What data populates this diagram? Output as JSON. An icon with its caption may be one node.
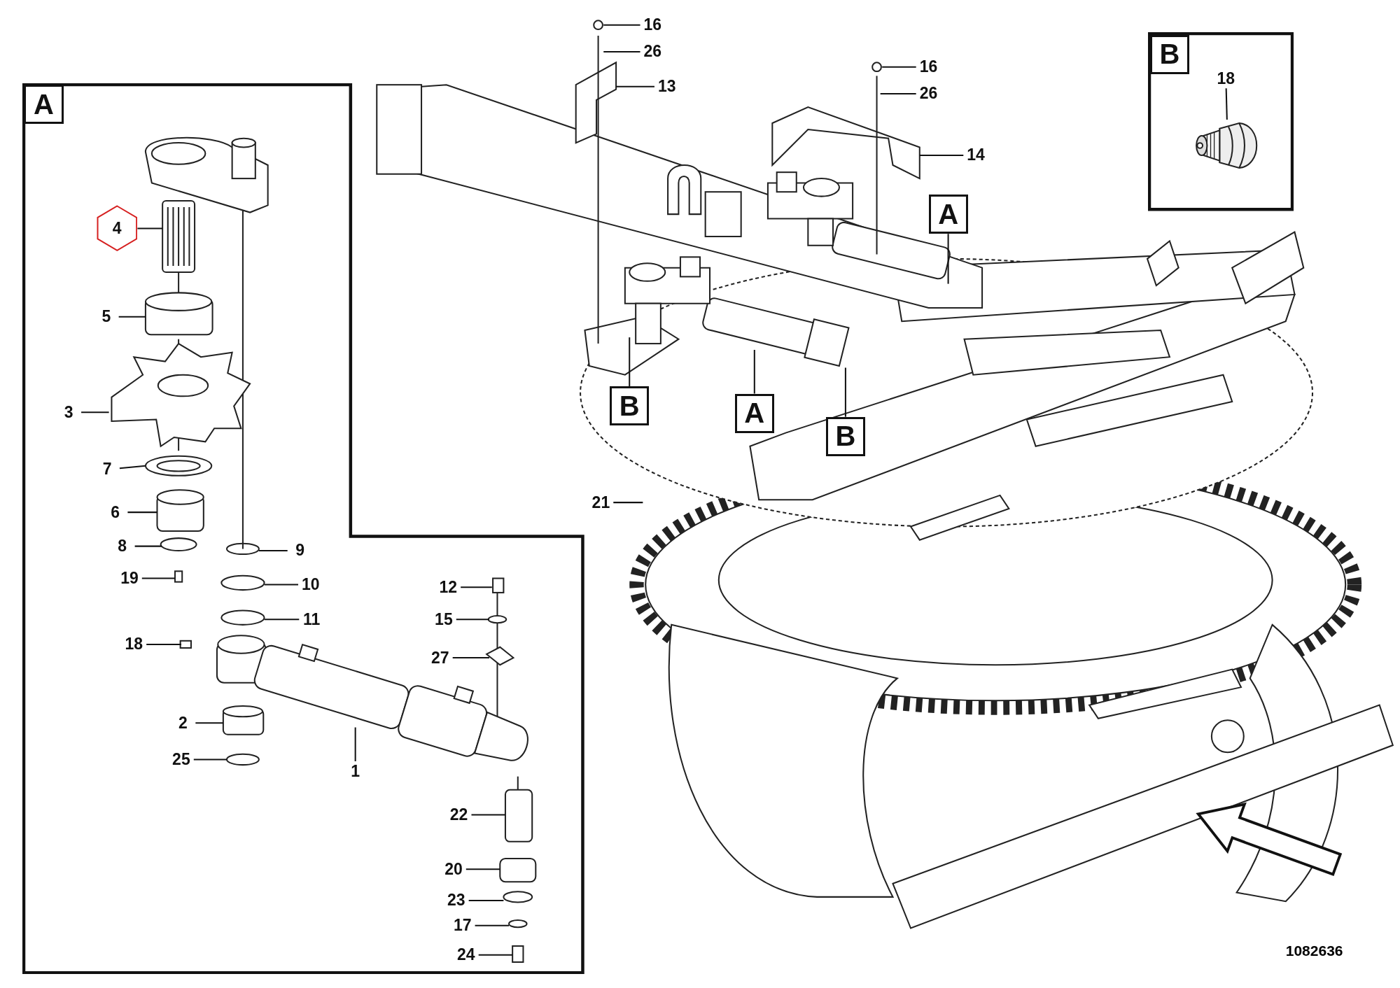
{
  "diagram": {
    "nodes": [
      {
        "text": [],
        "shape": "box"
      },
      {
        "text": [
          "4"
        ],
        "in": 0
      },
      {
        "text": [
          "5"
        ],
        "in": 0
      },
      {
        "text": [
          "3"
        ],
        "in": 0
      },
      {
        "text": [
          "7"
        ],
        "in": 0
      },
      {
        "text": [
          "6"
        ],
        "in": 0
      },
      {
        "text": [
          "8"
        ],
        "in": 0
      },
      {
        "text": [
          "19"
        ],
        "in": 0
      },
      {
        "text": [
          "9"
        ],
        "in": 0
      },
      {
        "text": [
          "10"
        ],
        "in": 0
      },
      {
        "text": [
          "11"
        ],
        "in": 0
      },
      {
        "text": [
          "18"
        ],
        "in": 0
      },
      {
        "text": [
          "2"
        ],
        "in": 0
      },
      {
        "text": [
          "25"
        ],
        "in": 0
      },
      {
        "text": [
          "1"
        ],
        "in": 0
      },
      {
        "text": [
          "12"
        ],
        "in": 0
      },
      {
        "text": [
          "15"
        ],
        "in": 0
      },
      {
        "text": [
          "27"
        ],
        "in": 0
      },
      {
        "text": [
          "22"
        ],
        "in": 0
      },
      {
        "text": [
          "20"
        ],
        "in": 0
      },
      {
        "text": [
          "23"
        ],
        "in": 0
      },
      {
        "text": [
          "17"
        ],
        "in": 0
      },
      {
        "text": [
          "24"
        ],
        "in": 0
      },
      {
        "text": [
          "16"
        ]
      },
      {
        "text": [
          "26"
        ]
      },
      {
        "text": [
          "13"
        ]
      },
      {
        "text": [
          "16"
        ]
      },
      {
        "text": [
          "26"
        ]
      },
      {
        "text": [
          "14"
        ]
      },
      {
        "text": [
          "A"
        ]
      },
      {
        "text": [
          "B"
        ]
      },
      {
        "text": [
          "A"
        ]
      },
      {
        "text": [
          "B"
        ]
      },
      {
        "text": [
          "21"
        ]
      },
      {
        "text": [],
        "shape": "box"
      },
      {
        "text": [
          "18"
        ],
        "in": 34
      },
      {
        "text": [
          "A"
        ],
        "in": 0
      },
      {
        "text": [
          "B"
        ],
        "in": 34
      },
      {
        "text": [],
        "shape": "picture",
        "in": 34
      }
    ],
    "edges": [
      {
        "from": 1,
        "to": null,
        "arrow": "none"
      },
      {
        "from": 2,
        "to": null,
        "arrow": "none"
      },
      {
        "from": 3,
        "to": null,
        "arrow": "none"
      },
      {
        "from": 4,
        "to": null,
        "arrow": "none"
      },
      {
        "from": 5,
        "to": null,
        "arrow": "none"
      },
      {
        "from": 6,
        "to": null,
        "arrow": "none"
      },
      {
        "from": 7,
        "to": null,
        "arrow": "none"
      },
      {
        "from": 8,
        "to": null,
        "arrow": "none"
      },
      {
        "from": 9,
        "to": null,
        "arrow": "none"
      },
      {
        "from": 10,
        "to": null,
        "arrow": "none"
      },
      {
        "from": 11,
        "to": null,
        "arrow": "none"
      },
      {
        "from": 12,
        "to": null,
        "arrow": "none"
      },
      {
        "from": 13,
        "to": null,
        "arrow": "none"
      },
      {
        "from": 14,
        "to": null,
        "arrow": "none"
      },
      {
        "from": 15,
        "to": null,
        "arrow": "none"
      },
      {
        "from": 16,
        "to": null,
        "arrow": "none"
      },
      {
        "from": 17,
        "to": null,
        "arrow": "none"
      },
      {
        "from": 18,
        "to": null,
        "arrow": "none"
      },
      {
        "from": 19,
        "to": null,
        "arrow": "none"
      },
      {
        "from": 20,
        "to": null,
        "arrow": "none"
      },
      {
        "from": 21,
        "to": null,
        "arrow": "none"
      },
      {
        "from": 22,
        "to": null,
        "arrow": "none"
      },
      {
        "from": 23,
        "to": null,
        "arrow": "none"
      },
      {
        "from": 24,
        "to": null,
        "arrow": "none"
      },
      {
        "from": 25,
        "to": null,
        "arrow": "none"
      },
      {
        "from": 26,
        "to": null,
        "arrow": "none"
      },
      {
        "from": 27,
        "to": null,
        "arrow": "none"
      },
      {
        "from": 28,
        "to": null,
        "arrow": "none"
      },
      {
        "from": 29,
        "to": null,
        "arrow": "none"
      },
      {
        "from": 30,
        "to": null,
        "arrow": "none"
      },
      {
        "from": 31,
        "to": null,
        "arrow": "none"
      },
      {
        "from": 32,
        "to": null,
        "arrow": "none"
      },
      {
        "from": 33,
        "to": null,
        "arrow": "none"
      },
      {
        "from": 35,
        "to": 38,
        "arrow": "none"
      }
    ],
    "labels": [
      "1082636"
    ]
  }
}
